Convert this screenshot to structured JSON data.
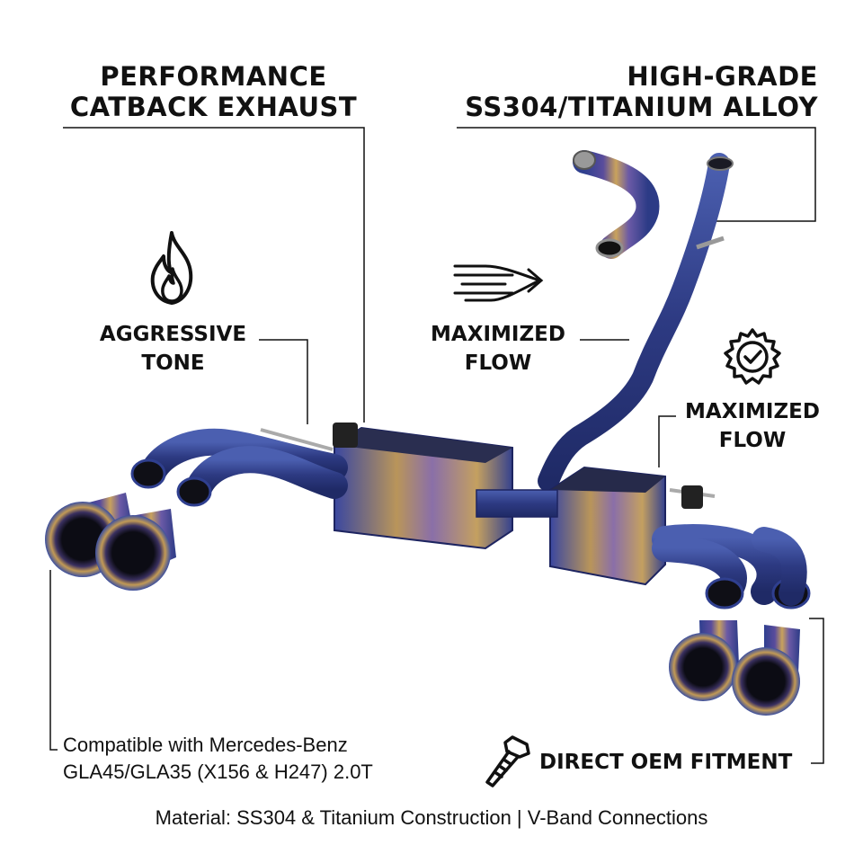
{
  "headings": {
    "left": [
      "PERFORMANCE",
      "CATBACK EXHAUST"
    ],
    "right": [
      "HIGH-GRADE",
      "SS304/TITANIUM ALLOY"
    ]
  },
  "features": {
    "tone": [
      "AGGRESSIVE",
      "TONE"
    ],
    "flow_center": [
      "MAXIMIZED",
      "FLOW"
    ],
    "flow_right": [
      "MAXIMIZED",
      "FLOW"
    ],
    "fitment": "DIRECT OEM FITMENT"
  },
  "compatibility": [
    "Compatible with Mercedes-Benz",
    "GLA45/GLA35 (X156 & H247) 2.0T"
  ],
  "footer": "Material: SS304 & Titanium Construction | V-Band Connections",
  "icons": {
    "tone": "flame-icon",
    "flow": "airflow-icon",
    "quality": "gear-check-icon",
    "fitment": "bolt-icon"
  },
  "colors": {
    "text": "#111111",
    "titanium_blue": "#3b4fa0",
    "titanium_gold": "#c8a15a",
    "titanium_purple": "#6a4a9a"
  }
}
